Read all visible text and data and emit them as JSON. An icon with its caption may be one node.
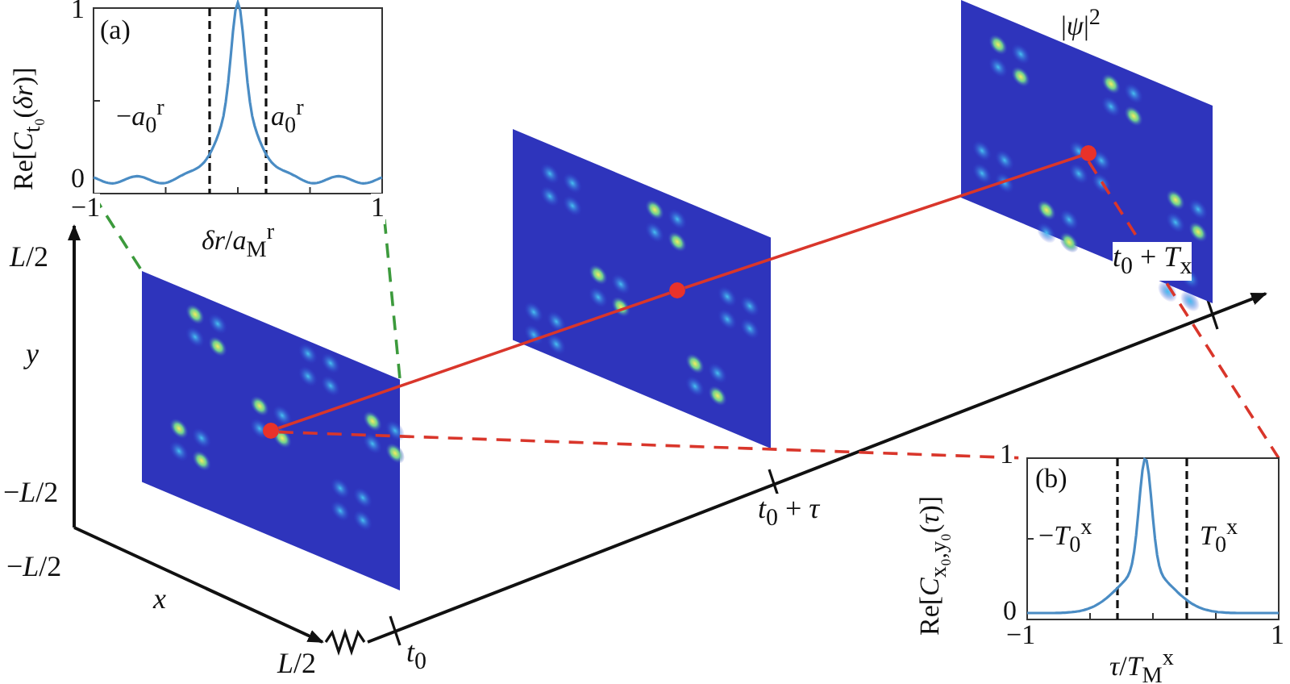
{
  "diagram": {
    "nodes": [
      {
        "text": [
          "(a)",
          "Re[*C*$_{t₀}$(*δr*)]",
          "1",
          "0",
          "−1",
          "1",
          "*δr*/*a*$_{M}$$^{r}$",
          "−*a*$_{0}$$^{r}$",
          "*a*$_{0}$$^{r}$"
        ]
      },
      {
        "text": [],
        "shape": "picture"
      },
      {
        "text": [],
        "shape": "circle",
        "in": 1
      },
      {
        "text": [],
        "shape": "picture"
      },
      {
        "text": [],
        "shape": "circle",
        "in": 3
      },
      {
        "text": [
          "|*ψ*|$^{2}$"
        ]
      },
      {
        "text": [],
        "shape": "circle",
        "in": 5
      },
      {
        "text": [
          "(b)",
          "Re[*C*$_{x₀,y₀}$(*τ*)]",
          "1",
          "0",
          "−1",
          "1",
          "*τ*/*T*$_{M}$$^{x}$",
          "−*T*$_{0}$$^{x}$",
          "*T*$_{0}$$^{x}$"
        ]
      }
    ],
    "edges": [
      {
        "from": 0,
        "to": 1,
        "arrow": "none",
        "style": "dashed",
        "color": "#3c9a3c"
      },
      {
        "from": 0,
        "to": 1,
        "arrow": "none",
        "style": "dashed",
        "color": "#3c9a3c"
      },
      {
        "from": 2,
        "to": 4,
        "arrow": "none"
      },
      {
        "from": 4,
        "to": 6,
        "arrow": "none"
      },
      {
        "from": 2,
        "to": 7,
        "arrow": "none",
        "style": "dashed"
      },
      {
        "from": 6,
        "to": 7,
        "arrow": "none",
        "style": "dashed"
      }
    ],
    "labels": [
      "*L*/2",
      "*y*",
      "−*L*/2",
      "−*L*/2",
      "*x*",
      "*L*/2",
      "*t*$_{0}$",
      "*t*$_{0}$ + *τ*",
      "*t*$_{0}$ + *T*$_{x}$"
    ]
  }
}
